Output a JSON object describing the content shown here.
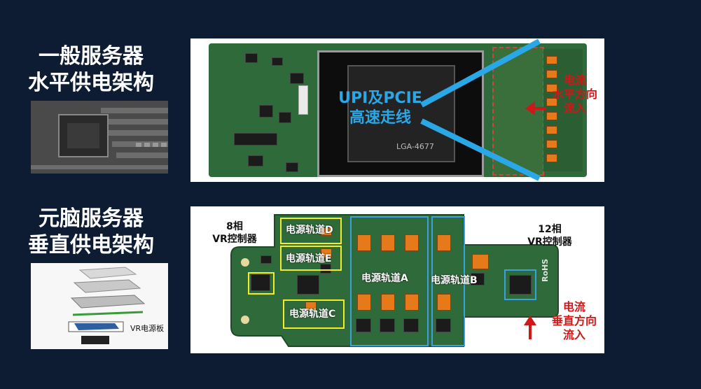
{
  "top": {
    "title_line1": "一般服务器",
    "title_line2": "水平供电架构",
    "center_label_line1": "UPI及PCIE",
    "center_label_line2": "高速走线",
    "chip_label": "LGA-4677",
    "current_label_line1": "电流",
    "current_label_line2": "水平方向",
    "current_label_line3": "流入"
  },
  "bottom": {
    "title_line1": "元脑服务器",
    "title_line2": "垂直供电架构",
    "vr8_line1": "8相",
    "vr8_line2": "VR控制器",
    "vr12_line1": "12相",
    "vr12_line2": "VR控制器",
    "rail_d": "电源轨道D",
    "rail_e": "电源轨道E",
    "rail_c": "电源轨道C",
    "rail_a": "电源轨道A",
    "rail_b": "电源轨道B",
    "current_label_line1": "电流",
    "current_label_line2": "垂直方向",
    "current_label_line3": "流入",
    "exploded_label": "VR电源板",
    "board_mark": "RoHS"
  },
  "colors": {
    "background": "#0e1c33",
    "highlight_blue": "#2aa7e6",
    "current_red": "#d01717",
    "box_yellow": "#f3ec29",
    "pcb_green": "#2f6b3a"
  }
}
